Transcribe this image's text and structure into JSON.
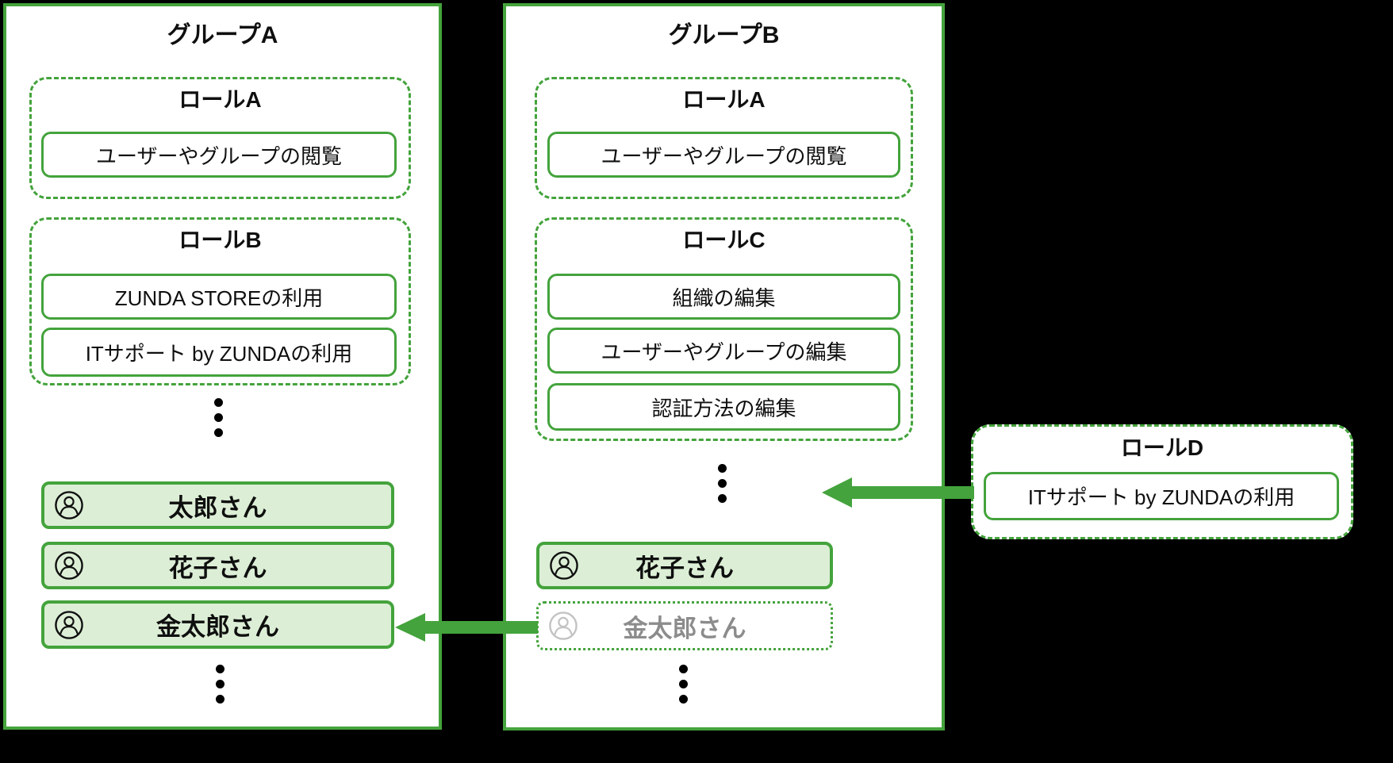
{
  "colors": {
    "accent_green": "#44a33c",
    "member_fill": "#dcefd6",
    "text": "#0f0f0f",
    "inactive_text": "#8c8c8c",
    "inactive_icon": "#c3c3c3",
    "background": "#000000"
  },
  "icons": {
    "member": "person-circle-icon",
    "arrow": "arrow-left-icon"
  },
  "group_a": {
    "title": "グループA",
    "roles": [
      {
        "title": "ロールA",
        "permissions": [
          "ユーザーやグループの閲覧"
        ]
      },
      {
        "title": "ロールB",
        "permissions": [
          "ZUNDA STOREの利用",
          "ITサポート by ZUNDAの利用"
        ]
      }
    ],
    "members": [
      {
        "name": "太郎さん",
        "state": "active"
      },
      {
        "name": "花子さん",
        "state": "active"
      },
      {
        "name": "金太郎さん",
        "state": "active"
      }
    ]
  },
  "group_b": {
    "title": "グループB",
    "roles": [
      {
        "title": "ロールA",
        "permissions": [
          "ユーザーやグループの閲覧"
        ]
      },
      {
        "title": "ロールC",
        "permissions": [
          "組織の編集",
          "ユーザーやグループの編集",
          "認証方法の編集"
        ]
      }
    ],
    "members": [
      {
        "name": "花子さん",
        "state": "active"
      },
      {
        "name": "金太郎さん",
        "state": "inactive"
      }
    ]
  },
  "role_d": {
    "title": "ロールD",
    "permissions": [
      "ITサポート by ZUNDAの利用"
    ]
  }
}
